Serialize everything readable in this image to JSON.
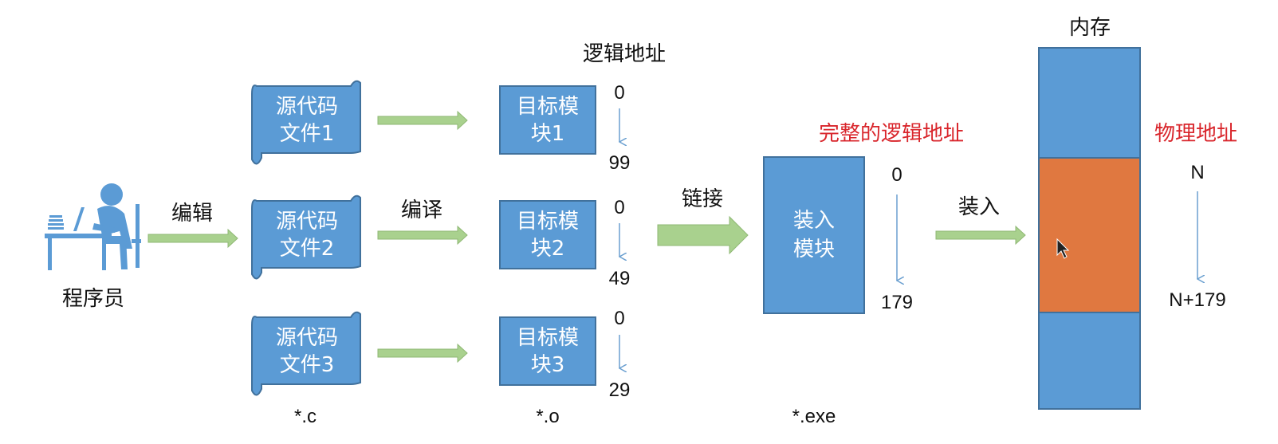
{
  "programmer": {
    "label": "程序员"
  },
  "steps": {
    "edit": "编辑",
    "compile": "编译",
    "link": "链接",
    "load": "装入"
  },
  "source_files": [
    {
      "line1": "源代码",
      "line2": "文件1"
    },
    {
      "line1": "源代码",
      "line2": "文件2"
    },
    {
      "line1": "源代码",
      "line2": "文件3"
    }
  ],
  "object_modules": [
    {
      "line1": "目标模",
      "line2": "块1",
      "start": "0",
      "end": "99"
    },
    {
      "line1": "目标模",
      "line2": "块2",
      "start": "0",
      "end": "49"
    },
    {
      "line1": "目标模",
      "line2": "块3",
      "start": "0",
      "end": "29"
    }
  ],
  "headings": {
    "logical_address": "逻辑地址",
    "full_logical_address": "完整的逻辑地址",
    "physical_address": "物理地址",
    "memory": "内存"
  },
  "load_module": {
    "line1": "装入",
    "line2": "模块",
    "start": "0",
    "end": "179"
  },
  "physical_range": {
    "start": "N",
    "end": "N+179"
  },
  "extensions": {
    "source": "*.c",
    "object": "*.o",
    "executable": "*.exe"
  },
  "colors": {
    "box_blue": "#5b9bd5",
    "box_border": "#41719c",
    "arrow_green": "#a9d18e",
    "memory_orange": "#e07840",
    "accent_red": "#d9262c"
  }
}
